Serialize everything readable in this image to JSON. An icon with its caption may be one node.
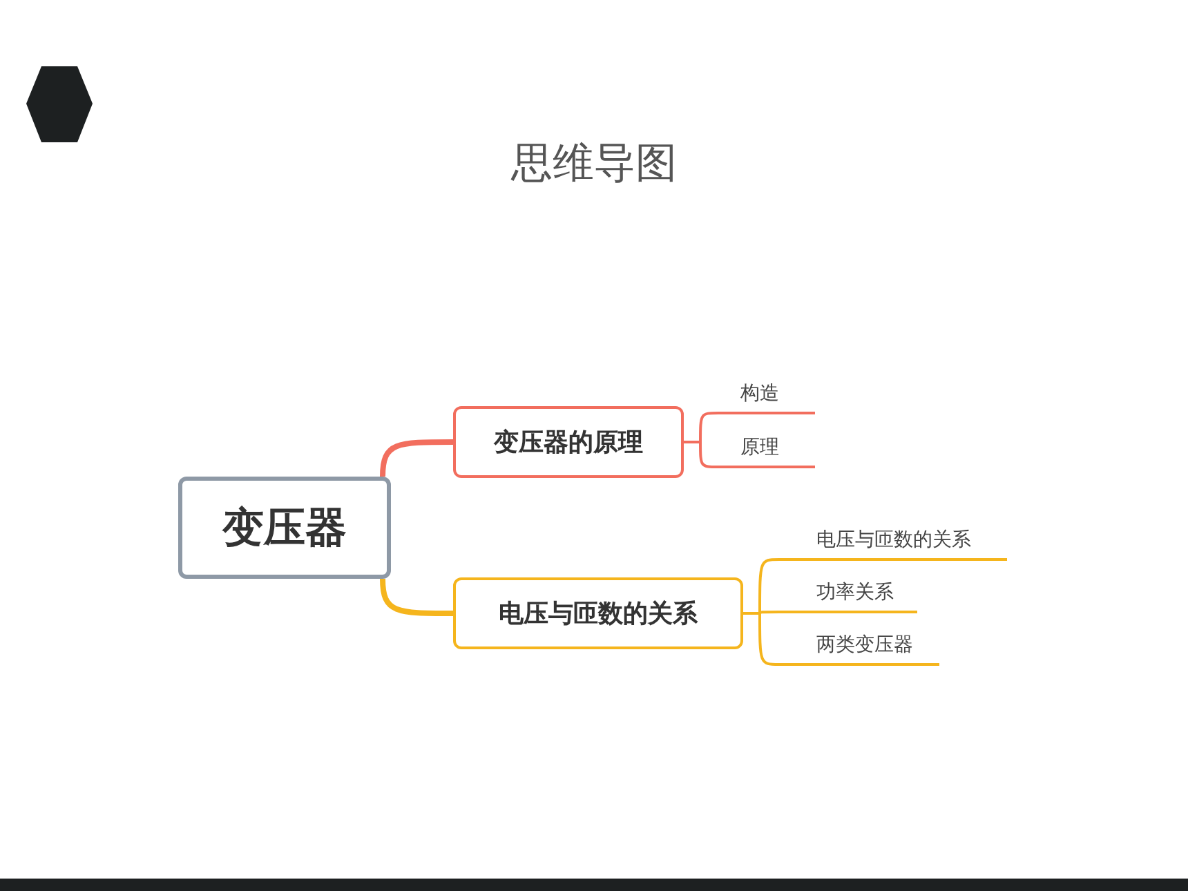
{
  "diagram": {
    "title": "思维导图",
    "nodes": [
      {
        "text": [
          "变压器"
        ]
      },
      {
        "text": [
          "变压器的原理"
        ]
      },
      {
        "text": [
          "电压与匝数的关系"
        ]
      },
      {
        "text": [
          "构造"
        ]
      },
      {
        "text": [
          "原理"
        ]
      },
      {
        "text": [
          "电压与匝数的关系"
        ]
      },
      {
        "text": [
          "功率关系"
        ]
      },
      {
        "text": [
          "两类变压器"
        ]
      }
    ],
    "edges": [
      {
        "from": 0,
        "to": 1,
        "arrow": "none",
        "style": "thick",
        "color": "#f26e5e"
      },
      {
        "from": 0,
        "to": 2,
        "arrow": "none",
        "style": "thick"
      },
      {
        "from": 1,
        "to": 3,
        "arrow": "none",
        "color": "#f26e5e"
      },
      {
        "from": 1,
        "to": 4,
        "arrow": "none",
        "color": "#f26e5e"
      },
      {
        "from": 2,
        "to": 5,
        "arrow": "none"
      },
      {
        "from": 2,
        "to": 6,
        "arrow": "none"
      },
      {
        "from": 2,
        "to": 7,
        "arrow": "none"
      }
    ]
  }
}
